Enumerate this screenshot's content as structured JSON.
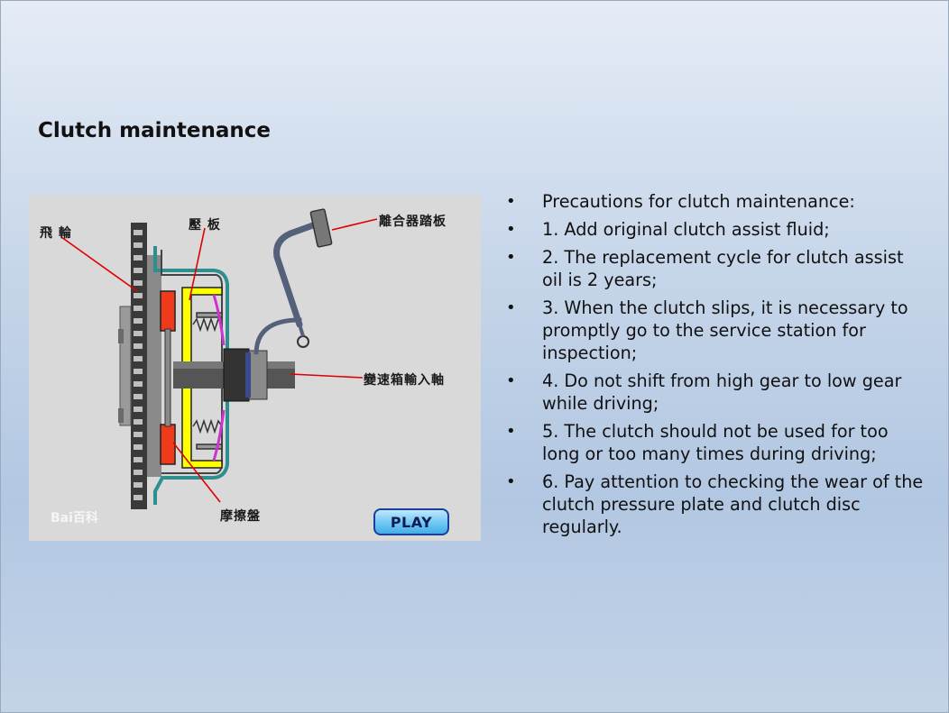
{
  "slide": {
    "title": "Clutch maintenance"
  },
  "diagram": {
    "labels": {
      "flywheel": "飛 輪",
      "pressure_plate": "壓 板",
      "clutch_pedal": "離合器踏板",
      "gearbox_input_shaft": "變速箱輸入軸",
      "friction_disc": "摩擦盤"
    },
    "watermark": "Bai百科",
    "play_label": "PLAY",
    "colors": {
      "background": "#d9d9d9",
      "friction_disc": "#ef3b1b",
      "pressure_plate": "#ffff00",
      "housing": "#2f8f8f",
      "leader_line": "#e00000",
      "spring": "#cc33cc"
    }
  },
  "bullets": [
    "Precautions for clutch maintenance:",
    "1. Add original clutch assist fluid;",
    "2. The replacement cycle for clutch assist oil is 2 years;",
    "3. When the clutch slips, it is necessary to promptly go to the service station for inspection;",
    "4. Do not shift from high gear to low gear while driving;",
    "5. The clutch should not be used for too long or too many times during driving;",
    "6. Pay attention to checking the wear of the clutch pressure plate and clutch disc regularly."
  ],
  "icons": {
    "bullet": "bullet-dot-icon",
    "watermark_paw": "paw-icon"
  }
}
